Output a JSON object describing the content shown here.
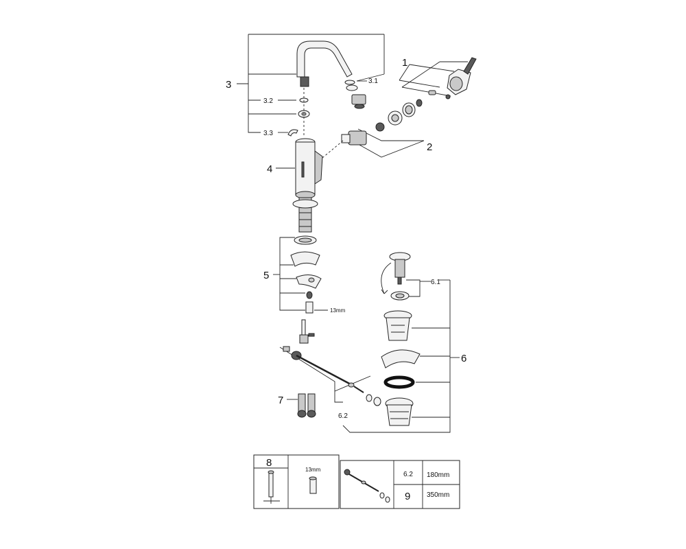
{
  "callouts": {
    "c1": "1",
    "c2": "2",
    "c3": "3",
    "c3_1": "3.1",
    "c3_2": "3.2",
    "c3_3": "3.3",
    "c4": "4",
    "c5": "5",
    "c5_size": "13mm",
    "c6": "6",
    "c6_1": "6.1",
    "c6_2": "6.2",
    "c7": "7"
  },
  "table": {
    "tool_number": "8",
    "tool_size": "13mm",
    "rod_label": "6.2",
    "rod_length": "180mm",
    "alt_label": "9",
    "alt_length": "350mm"
  }
}
